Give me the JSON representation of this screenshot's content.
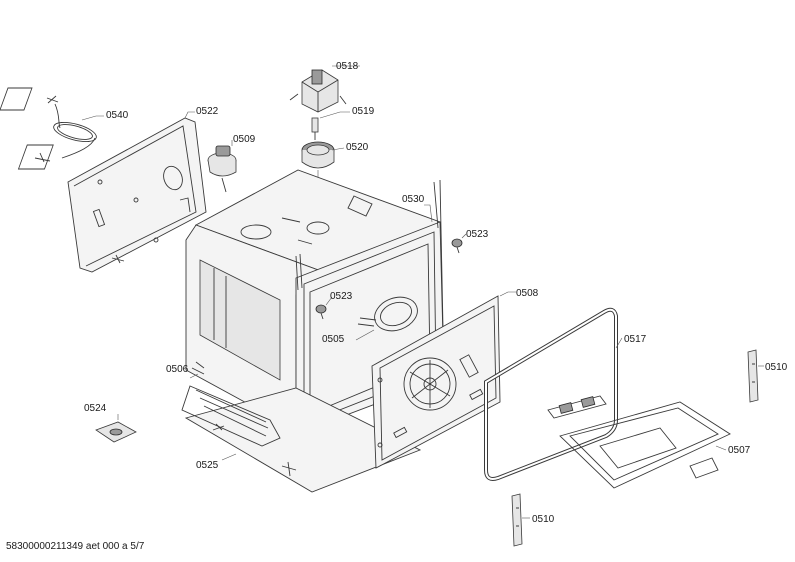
{
  "diagram": {
    "labels": [
      {
        "id": "0518",
        "text": "0518"
      },
      {
        "id": "0519",
        "text": "0519"
      },
      {
        "id": "0520",
        "text": "0520"
      },
      {
        "id": "0509",
        "text": "0509"
      },
      {
        "id": "0522",
        "text": "0522"
      },
      {
        "id": "0540",
        "text": "0540"
      },
      {
        "id": "0530",
        "text": "0530"
      },
      {
        "id": "0523a",
        "text": "0523"
      },
      {
        "id": "0523b",
        "text": "0523"
      },
      {
        "id": "0505",
        "text": "0505"
      },
      {
        "id": "0508",
        "text": "0508"
      },
      {
        "id": "0517",
        "text": "0517"
      },
      {
        "id": "0510a",
        "text": "0510"
      },
      {
        "id": "0506",
        "text": "0506"
      },
      {
        "id": "0524",
        "text": "0524"
      },
      {
        "id": "0525",
        "text": "0525"
      },
      {
        "id": "0507",
        "text": "0507"
      },
      {
        "id": "0510b",
        "text": "0510"
      }
    ]
  },
  "footer": {
    "text": "58300000211349 aet 000 a 5/7"
  }
}
